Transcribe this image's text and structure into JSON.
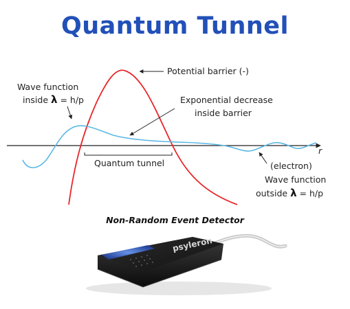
{
  "title": "Quantum Tunnel",
  "labels": {
    "potential_barrier": "Potential barrier (-)",
    "wave_inside_1": "Wave function",
    "wave_inside_2_pre": "inside ",
    "wave_inside_2_lambda": "λ",
    "wave_inside_2_post": " = h/p",
    "exp_decrease_1": "Exponential decrease",
    "exp_decrease_2": "inside barrier",
    "quantum_tunnel": "Quantum tunnel",
    "axis_r": "r",
    "electron": "(electron)",
    "wave_outside_1": "Wave function",
    "wave_outside_2_pre": "outside ",
    "wave_outside_2_lambda": "λ",
    "wave_outside_2_post": " = h/p"
  },
  "device": {
    "caption": "Non-Random Event Detector",
    "brand": "psyleron"
  },
  "colors": {
    "title": "#2250b8",
    "barrier": "#e8262a",
    "wave": "#5ab8e6",
    "axis": "#222222",
    "device_body": "#1a1a1a",
    "device_glow": "#3a6ee8"
  }
}
